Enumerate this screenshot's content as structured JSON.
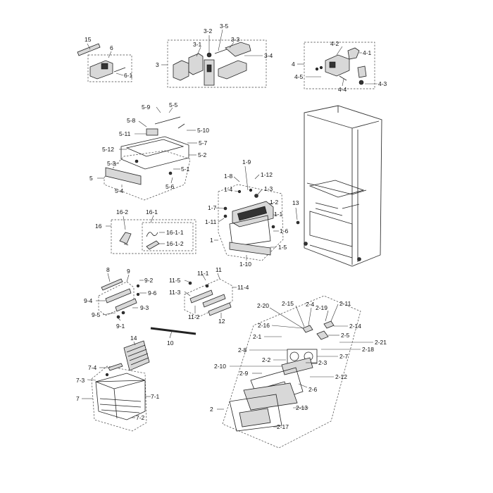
{
  "labels": {
    "l15": "15",
    "l6": "6",
    "l6_1": "6-1",
    "l3": "3",
    "l3_1": "3-1",
    "l3_2": "3-2",
    "l3_3": "3-3",
    "l3_4": "3-4",
    "l3_5": "3-5",
    "l4": "4",
    "l4_1": "4-1",
    "l4_2": "4-2",
    "l4_3": "4-3",
    "l4_4": "4-4",
    "l4_5": "4-5",
    "l5": "5",
    "l5_1": "5-1",
    "l5_2": "5-2",
    "l5_3": "5-3",
    "l5_4": "5-4",
    "l5_5": "5-5",
    "l5_6": "5-6",
    "l5_7": "5-7",
    "l5_8": "5-8",
    "l5_9": "5-9",
    "l5_10": "5-10",
    "l5_11": "5-11",
    "l5_12": "5-12",
    "l1": "1",
    "l1_1": "1-1",
    "l1_2": "1-2",
    "l1_3": "1-3",
    "l1_4": "1-4",
    "l1_5": "1-5",
    "l1_6": "1-6",
    "l1_7": "1-7",
    "l1_8": "1-8",
    "l1_9": "1-9",
    "l1_10": "1-10",
    "l1_11": "1-11",
    "l1_12": "1-12",
    "l13": "13",
    "l16": "16",
    "l16_1": "16-1",
    "l16_2": "16-2",
    "l16_1_1": "16-1-1",
    "l16_1_2": "16-1-2",
    "l8": "8",
    "l9": "9",
    "l9_1": "9-1",
    "l9_2": "9-2",
    "l9_3": "9-3",
    "l9_4": "9-4",
    "l9_5": "9-5",
    "l9_6": "9-6",
    "l11": "11",
    "l11_1": "11-1",
    "l11_2": "11-2",
    "l11_3": "11-3",
    "l11_4": "11-4",
    "l11_5": "11-5",
    "l12": "12",
    "l10": "10",
    "l14": "14",
    "l7": "7",
    "l7_1": "7-1",
    "l7_2": "7-2",
    "l7_3": "7-3",
    "l7_4": "7-4",
    "l2": "2",
    "l2_1": "2-1",
    "l2_2": "2-2",
    "l2_3": "2-3",
    "l2_4": "2-4",
    "l2_5": "2-5",
    "l2_6": "2-6",
    "l2_7": "2-7",
    "l2_8": "2-8",
    "l2_9": "2-9",
    "l2_10": "2-10",
    "l2_11": "2-11",
    "l2_12": "2-12",
    "l2_13": "2-13",
    "l2_14": "2-14",
    "l2_15": "2-15",
    "l2_16": "2-16",
    "l2_17": "2-17",
    "l2_18": "2-18",
    "l2_19": "2-19",
    "l2_20": "2-20",
    "l2_21": "2-21"
  }
}
